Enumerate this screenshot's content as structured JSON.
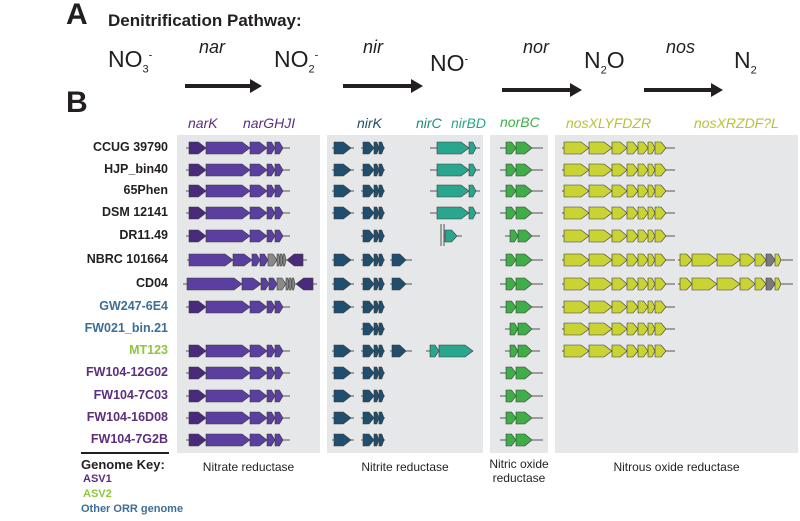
{
  "panelA": {
    "letter": "A",
    "title": "Denitrification Pathway:",
    "species": [
      {
        "base": "NO",
        "sub": "3",
        "sup": "-"
      },
      {
        "base": "NO",
        "sub": "2",
        "sup": "-"
      },
      {
        "base": "NO",
        "sub": "",
        "sup": "-"
      },
      {
        "base": "N",
        "sub": "2",
        "sup": "",
        "tail": "O"
      },
      {
        "base": "N",
        "sub": "2",
        "sup": ""
      }
    ],
    "enzymes": [
      "nar",
      "nir",
      "nor",
      "nos"
    ]
  },
  "panelB": {
    "letter": "B",
    "gene_labels": {
      "narK": "narK",
      "narGHJI": "narGHJI",
      "nirK": "nirK",
      "nirC": "nirC",
      "nirBD": "nirBD",
      "norBC": "norBC",
      "nosXLYFDZR": "nosXLYFDZR",
      "nosXRZDF": "nosXRZDF?L"
    },
    "captions": {
      "nitrate": "Nitrate reductase",
      "nitrite": "Nitrite reductase",
      "nitric": "Nitric oxide reductase",
      "nitrous": "Nitrous oxide reductase"
    },
    "colors": {
      "nar_dark": "#4a2a7a",
      "nar": "#5b3fa0",
      "nar_grey": "#8a8a8a",
      "nirK": "#1f4e6e",
      "nirBD": "#2aa58e",
      "nor": "#3fae49",
      "nos": "#c9d334",
      "nos_grey": "#7a7a7a",
      "asv1": "#5b2f7e",
      "asv2": "#8dc63f",
      "other": "#3d6e97",
      "panel": "#e6e7e8"
    },
    "genomes": [
      {
        "name": "CCUG 39790",
        "group": "none",
        "nar": "std",
        "nirK": "two",
        "nirBD": "std",
        "nor": "std",
        "nos1": true,
        "nos2": false
      },
      {
        "name": "HJP_bin40",
        "group": "none",
        "nar": "std",
        "nirK": "two",
        "nirBD": "std",
        "nor": "std",
        "nos1": true,
        "nos2": false
      },
      {
        "name": "65Phen",
        "group": "none",
        "nar": "std",
        "nirK": "two",
        "nirBD": "std",
        "nor": "std",
        "nos1": true,
        "nos2": false
      },
      {
        "name": "DSM 12141",
        "group": "none",
        "nar": "std",
        "nirK": "two",
        "nirBD": "std",
        "nor": "std",
        "nos1": true,
        "nos2": false
      },
      {
        "name": "DR11.49",
        "group": "none",
        "nar": "std",
        "nirK": "second",
        "nirBD": "partial",
        "nor": "small",
        "nos1": true,
        "nos2": false
      },
      {
        "name": "NBRC 101664",
        "group": "none",
        "nar": "long1",
        "nirK": "three",
        "nirBD": "none",
        "nor": "std",
        "nos1": true,
        "nos2": true
      },
      {
        "name": "CD04",
        "group": "none",
        "nar": "long2",
        "nirK": "three",
        "nirBD": "none",
        "nor": "std",
        "nos1": true,
        "nos2": true
      },
      {
        "name": "GW247-6E4",
        "group": "other",
        "nar": "std",
        "nirK": "two",
        "nirBD": "none",
        "nor": "std",
        "nos1": true,
        "nos2": false
      },
      {
        "name": "FW021_bin.21",
        "group": "other",
        "nar": "none",
        "nirK": "second",
        "nirBD": "none",
        "nor": "small",
        "nos1": true,
        "nos2": false
      },
      {
        "name": "MT123",
        "group": "asv2",
        "nar": "std",
        "nirK": "three",
        "nirBD": "mt",
        "nor": "small",
        "nos1": true,
        "nos2": false
      },
      {
        "name": "FW104-12G02",
        "group": "asv1",
        "nar": "std",
        "nirK": "two",
        "nirBD": "none",
        "nor": "std",
        "nos1": false,
        "nos2": false
      },
      {
        "name": "FW104-7C03",
        "group": "asv1",
        "nar": "std",
        "nirK": "two",
        "nirBD": "none",
        "nor": "std",
        "nos1": false,
        "nos2": false
      },
      {
        "name": "FW104-16D08",
        "group": "asv1",
        "nar": "std",
        "nirK": "two",
        "nirBD": "none",
        "nor": "std",
        "nos1": false,
        "nos2": false
      },
      {
        "name": "FW104-7G2B",
        "group": "asv1",
        "nar": "std",
        "nirK": "two",
        "nirBD": "none",
        "nor": "std",
        "nos1": false,
        "nos2": false
      }
    ],
    "key": {
      "title": "Genome Key:",
      "items": [
        {
          "label": "ASV1",
          "group": "asv1"
        },
        {
          "label": "ASV2",
          "group": "asv2"
        },
        {
          "label": "Other ORR genome",
          "group": "other"
        }
      ]
    }
  }
}
